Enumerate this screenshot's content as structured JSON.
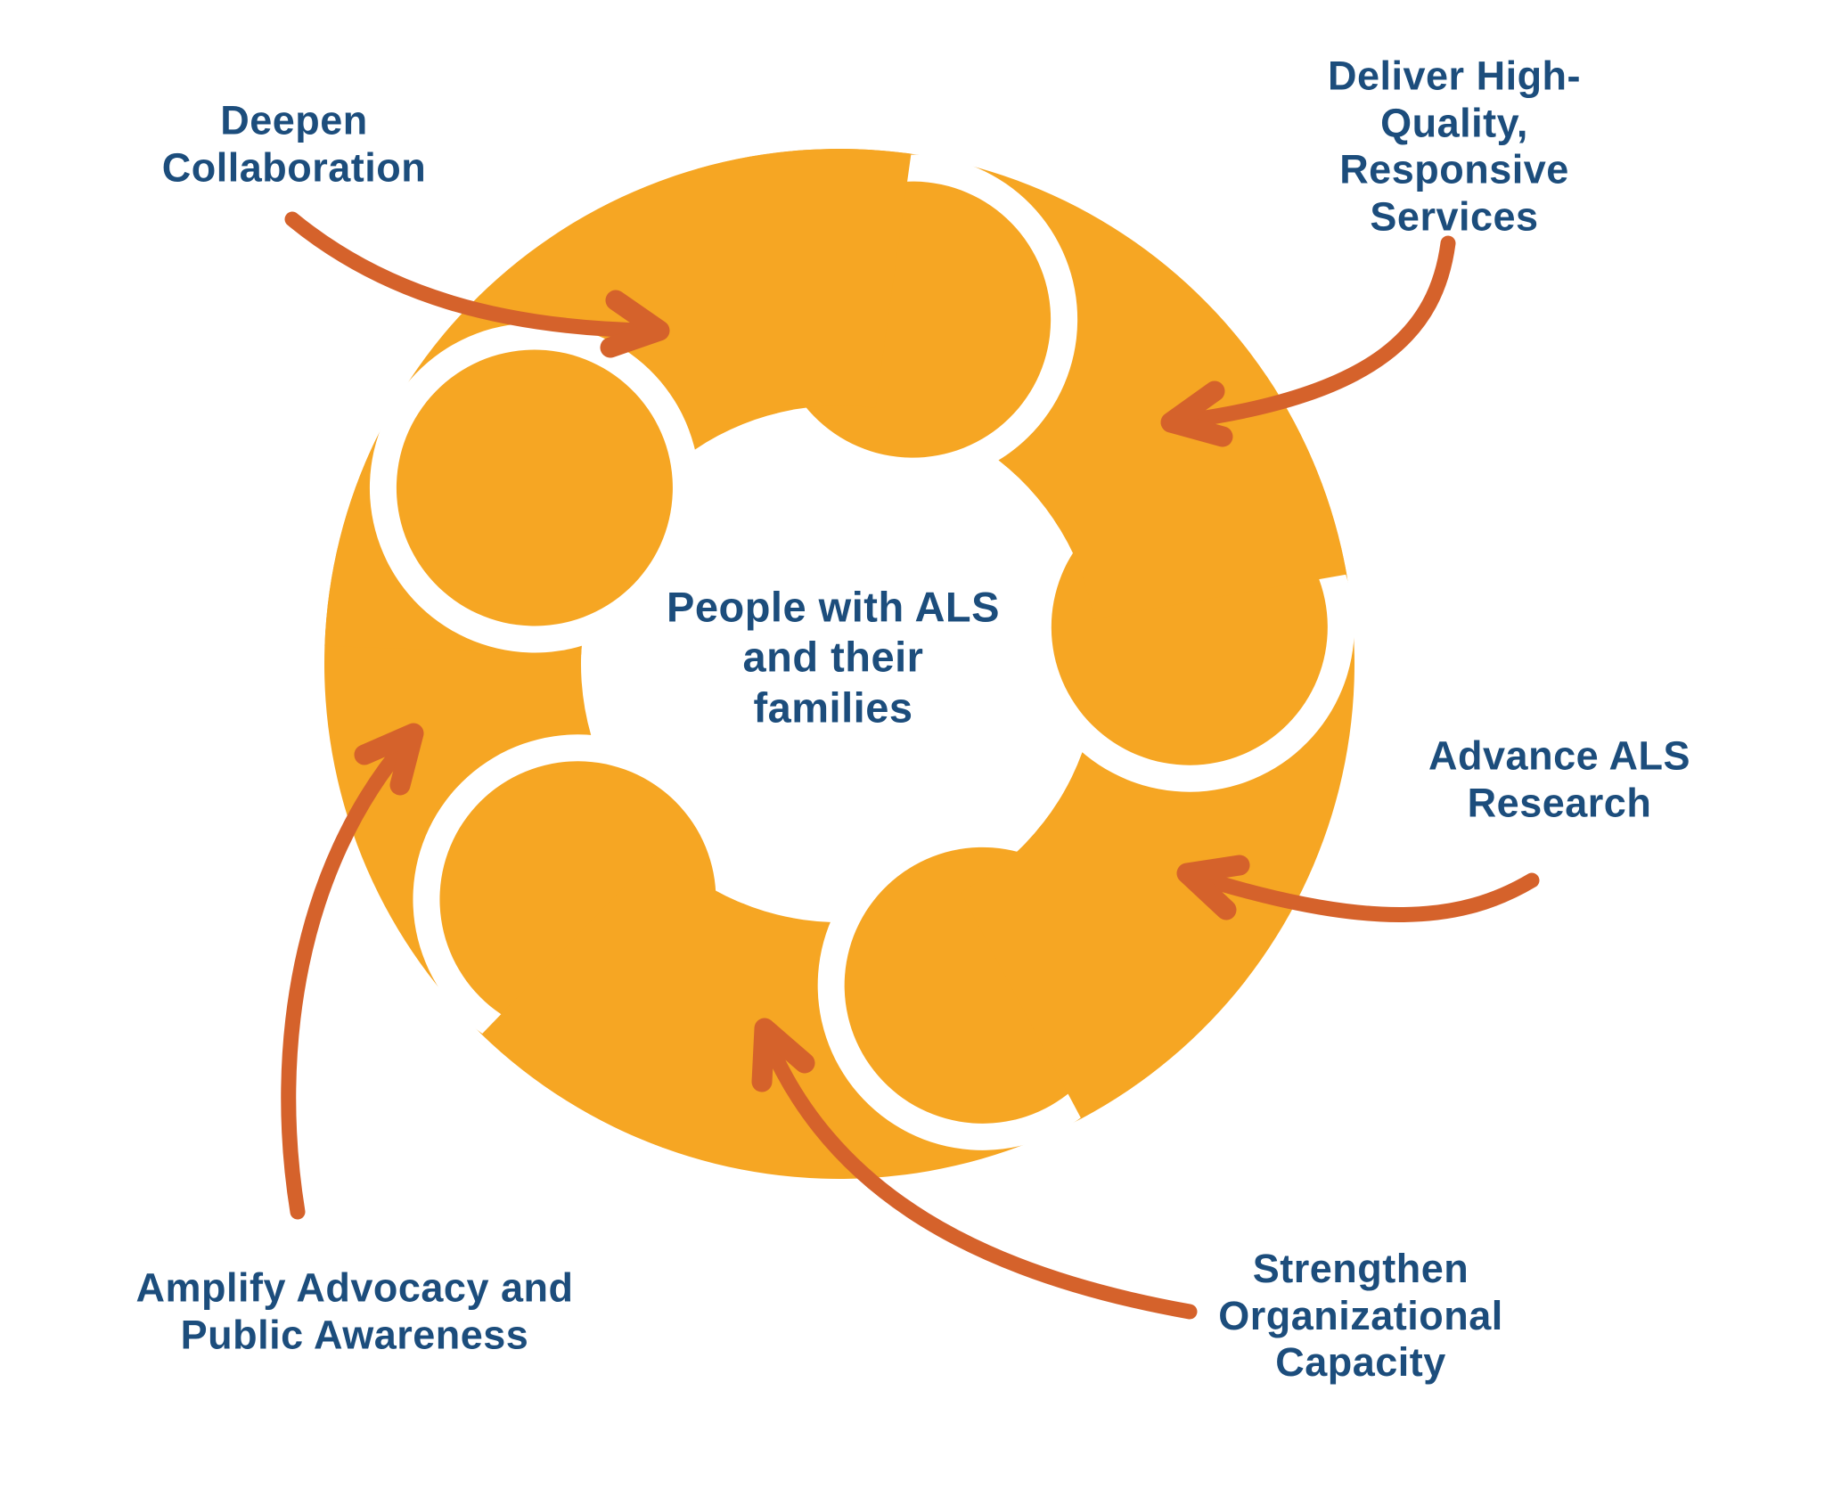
{
  "diagram": {
    "type": "cycle",
    "segment_count": 5,
    "center_label": {
      "text": "People with ALS\nand their\nfamilies"
    },
    "labels": {
      "top_left": {
        "text": "Deepen\nCollaboration"
      },
      "top_right": {
        "text": "Deliver High-Quality,\nResponsive Services"
      },
      "right": {
        "text": "Advance ALS\nResearch"
      },
      "bottom_right": {
        "text": "Strengthen\nOrganizational\nCapacity"
      },
      "bottom_left": {
        "text": "Amplify Advocacy and\nPublic Awareness"
      }
    },
    "colors": {
      "ring_yellow": "#F6A623",
      "arrow_orange": "#D5622B",
      "text_navy": "#1C4D7C",
      "background": "#FFFFFF"
    }
  }
}
